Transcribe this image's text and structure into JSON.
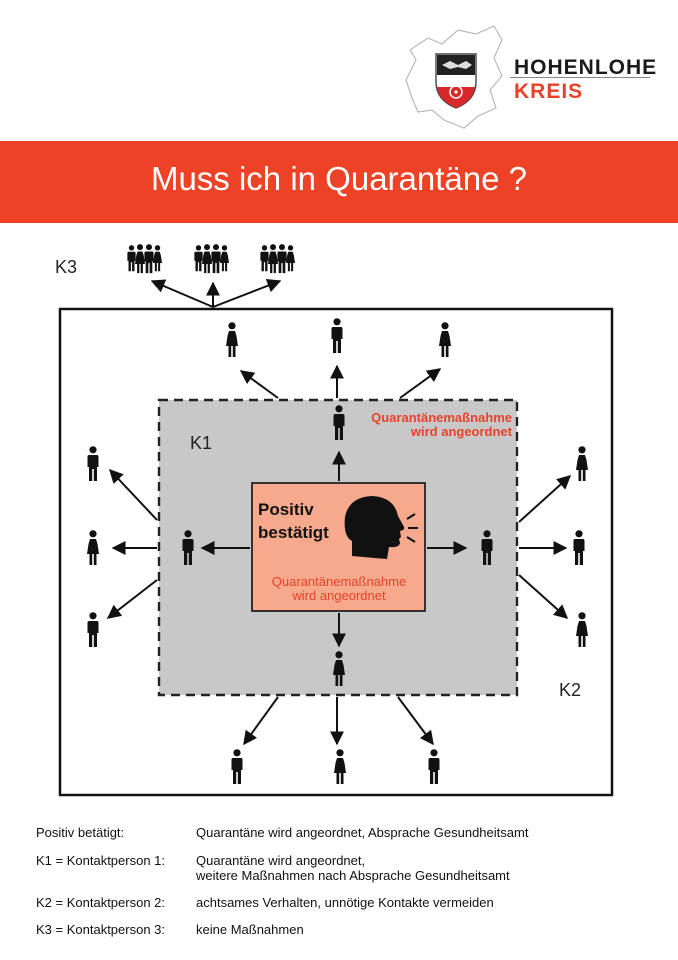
{
  "logo": {
    "word1": "HOHENLOHE",
    "word2": "KREIS"
  },
  "banner": {
    "title": "Muss ich in Quarantäne ?"
  },
  "diagram": {
    "k3_label": "K3",
    "k1_label": "K1",
    "k2_label": "K2",
    "positive_line1": "Positiv",
    "positive_line2": "bestätigt",
    "k1_note_line1": "Quarantänemaßnahme",
    "k1_note_line2": "wird angeordnet",
    "pos_note_line1": "Quarantänemaßnahme",
    "pos_note_line2": "wird angeordnet"
  },
  "legend": [
    {
      "key": "Positiv betätigt:",
      "value": "Quarantäne wird angeordnet, Absprache Gesundheitsamt",
      "value2": ""
    },
    {
      "key": "K1 = Kontaktperson 1:",
      "value": "Quarantäne wird angeordnet,",
      "value2": "weitere Maßnahmen nach Absprache Gesundheitsamt"
    },
    {
      "key": "K2 = Kontaktperson 2:",
      "value": "achtsames Verhalten, unnötige Kontakte vermeiden",
      "value2": ""
    },
    {
      "key": "K3 = Kontaktperson 3:",
      "value": "keine Maßnahmen",
      "value2": ""
    }
  ],
  "colors": {
    "accent": "#ee4227",
    "k1_fill": "#c8c8c8",
    "positive_fill": "#f6a98c"
  }
}
